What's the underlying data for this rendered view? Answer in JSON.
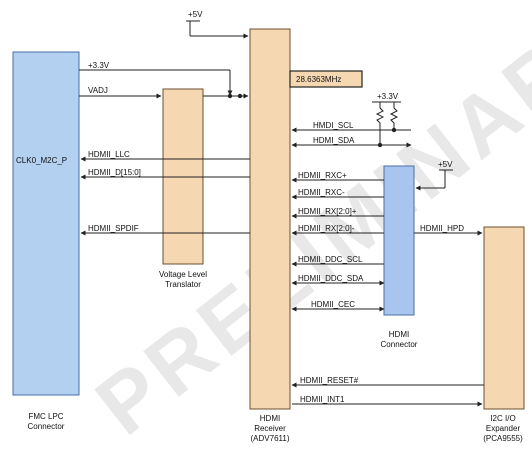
{
  "watermark": "PRELIMINARY",
  "colors": {
    "fmc": "#b4d0f0",
    "fmc_border": "#4a6fa5",
    "translator": "#f5d7b1",
    "receiver": "#f5d7b1",
    "connector": "#a9c4ee",
    "expander": "#f5d7b1",
    "line": "#222222"
  },
  "blocks": {
    "fmc": {
      "inner": "CLK0_M2C_P",
      "caption_l1": "FMC LPC",
      "caption_l2": "Connector"
    },
    "translator": {
      "caption_l1": "Voltage Level",
      "caption_l2": "Translator"
    },
    "receiver": {
      "caption_l1": "HDMI",
      "caption_l2": "Receiver",
      "caption_l3": "(ADV7611)"
    },
    "crystal": {
      "label": "28.6363MHz"
    },
    "connector": {
      "caption_l1": "HDMI",
      "caption_l2": "Connector"
    },
    "expander": {
      "caption_l1": "I2C I/O",
      "caption_l2": "Expander",
      "caption_l3": "(PCA9555)"
    }
  },
  "power": {
    "rx_5v": "+5V",
    "fmc_3v3": "+3.3V",
    "pullup_3v3": "+3.3V",
    "conn_5v": "+5V"
  },
  "signals": {
    "vadj": "VADJ",
    "llc": "HDMII_LLC",
    "d": "HDMII_D[15:0]",
    "spdif": "HDMII_SPDIF",
    "scl": "HMDI_SCL",
    "sda": "HDMI_SDA",
    "rxcp": "HDMII_RXC+",
    "rxcm": "HDMII_RXC-",
    "rxp": "HDMII_RX[2:0]+",
    "rxm": "HDMII_RX[2:0]-",
    "ddc_scl": "HDMII_DDC_SCL",
    "ddc_sda": "HDMII_DDC_SDA",
    "cec": "HDMII_CEC",
    "hpd": "HDMII_HPD",
    "reset": "HDMII_RESET#",
    "int1": "HDMII_INT1"
  }
}
